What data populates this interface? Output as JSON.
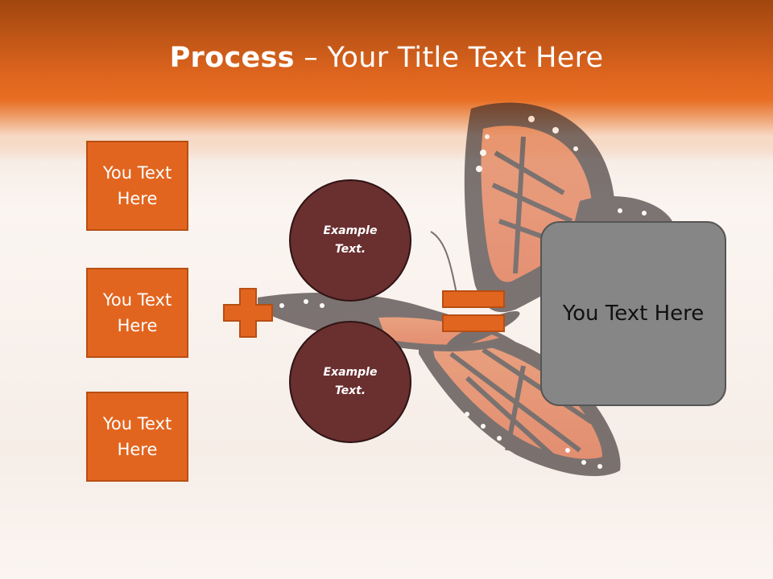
{
  "slide": {
    "title_bold": "Process",
    "title_rest": " – Your Title Text Here"
  },
  "steps": [
    {
      "line1": "You Text",
      "line2": "Here"
    },
    {
      "line1": "You Text",
      "line2": "Here"
    },
    {
      "line1": "You Text",
      "line2": "Here"
    }
  ],
  "circles": [
    {
      "line1": "Example",
      "line2": "Text."
    },
    {
      "line1": "Example",
      "line2": "Text."
    }
  ],
  "result": {
    "label": "You Text Here"
  },
  "colors": {
    "header": "#e36c22",
    "step_fill": "#e2651f",
    "circle_fill": "#6a2f2f",
    "result_fill": "#868686",
    "operator": "#e2651f"
  },
  "icons": {
    "plus": "plus-icon",
    "equals": "equals-icon",
    "background": "butterfly-image"
  }
}
